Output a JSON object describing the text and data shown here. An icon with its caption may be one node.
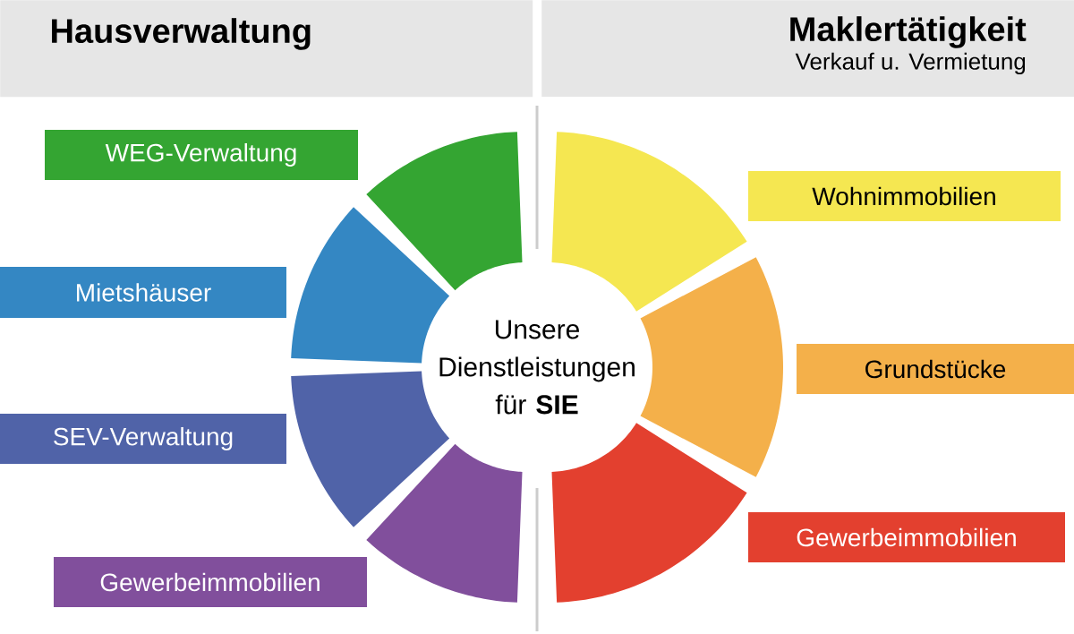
{
  "diagram": {
    "nodes": [
      {
        "text": [
          "Hausverwaltung"
        ]
      },
      {
        "text": [
          "Maklertätigkeit",
          "Verkauf u. Vermietung"
        ]
      },
      {
        "text": [
          "WEG-Verwaltung"
        ]
      },
      {
        "text": [
          "Mietshäuser"
        ]
      },
      {
        "text": [
          "SEV-Verwaltung"
        ]
      },
      {
        "text": [
          "Gewerbeimmobilien"
        ]
      },
      {
        "text": [
          "Wohnimmobilien"
        ]
      },
      {
        "text": [
          "Grundstücke"
        ]
      },
      {
        "text": [
          "Gewerbeimmobilien"
        ]
      },
      {
        "text": [
          "Unsere Dienstleistungen für **SIE**"
        ]
      }
    ],
    "edges": []
  }
}
